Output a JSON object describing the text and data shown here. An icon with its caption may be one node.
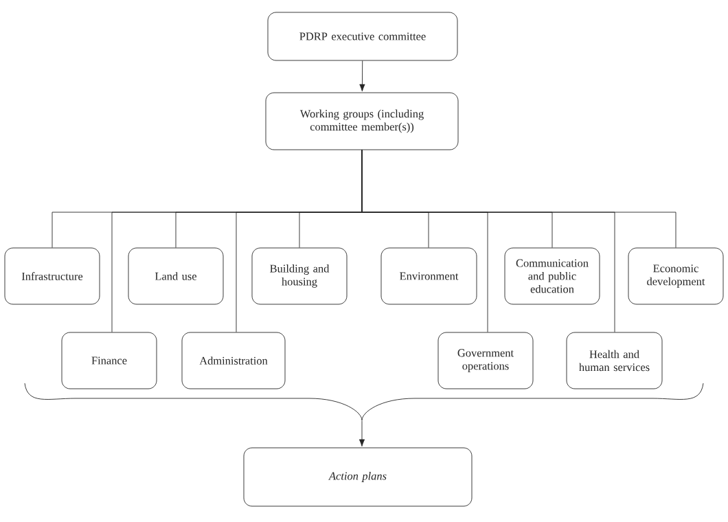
{
  "diagram": {
    "nodes": [
      {
        "text": [
          "PDRP executive committee"
        ]
      },
      {
        "text": [
          "Working groups (including committee member(s))"
        ]
      },
      {
        "text": [
          "Infrastructure"
        ]
      },
      {
        "text": [
          "Land use"
        ]
      },
      {
        "text": [
          "Building and housing"
        ]
      },
      {
        "text": [
          "Environment"
        ]
      },
      {
        "text": [
          "Communication and public education"
        ]
      },
      {
        "text": [
          "Economic development"
        ]
      },
      {
        "text": [
          "Finance"
        ]
      },
      {
        "text": [
          "Administration"
        ]
      },
      {
        "text": [
          "Government operations"
        ]
      },
      {
        "text": [
          "Health and human services"
        ]
      },
      {
        "text": [],
        "shape": "bracket"
      },
      {
        "text": [
          "Action plans"
        ]
      }
    ],
    "edges": [
      {
        "from": 0,
        "to": 1,
        "arrow": "to"
      },
      {
        "from": 1,
        "to": 2,
        "arrow": "none"
      },
      {
        "from": 1,
        "to": 8,
        "arrow": "none"
      },
      {
        "from": 1,
        "to": 3,
        "arrow": "none"
      },
      {
        "from": 1,
        "to": 9,
        "arrow": "none"
      },
      {
        "from": 1,
        "to": 4,
        "arrow": "none"
      },
      {
        "from": 1,
        "to": 5,
        "arrow": "none"
      },
      {
        "from": 1,
        "to": 10,
        "arrow": "none"
      },
      {
        "from": 1,
        "to": 6,
        "arrow": "none"
      },
      {
        "from": 1,
        "to": 11,
        "arrow": "none"
      },
      {
        "from": 1,
        "to": 7,
        "arrow": "none"
      },
      {
        "from": 12,
        "to": 13,
        "arrow": "to"
      }
    ]
  }
}
